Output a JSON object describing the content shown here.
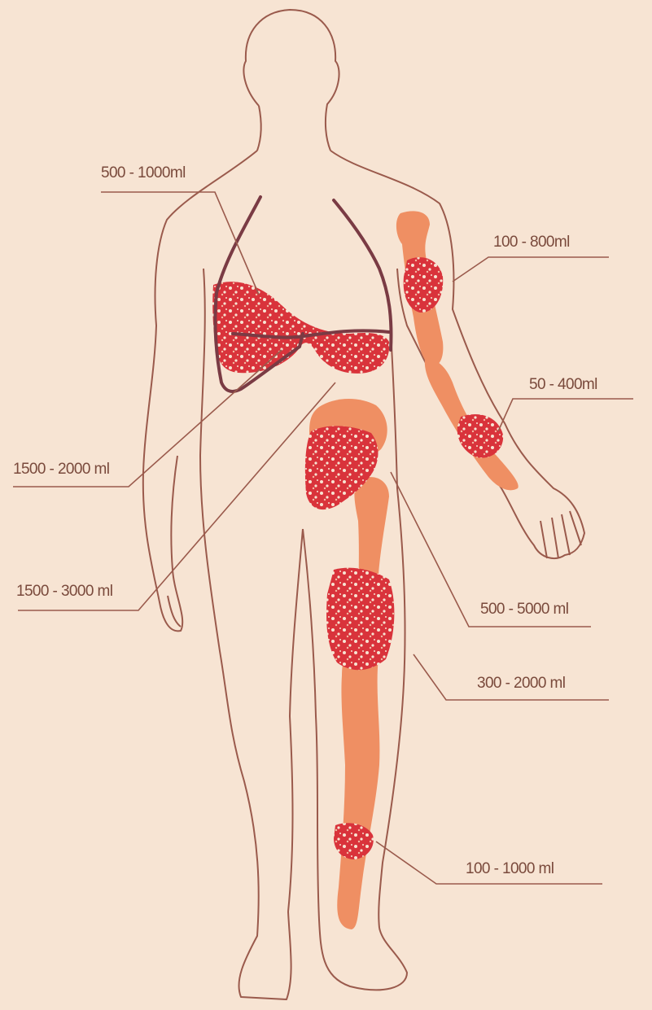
{
  "colors": {
    "background": "#f7e4d3",
    "outline": "#9a5a4c",
    "bone": "#ef8f63",
    "blood": "#d9333b",
    "lung_outline": "#7a3b44"
  },
  "labels": [
    {
      "id": "thorax-upper",
      "text": "500 - 1000ml"
    },
    {
      "id": "humerus",
      "text": "100 - 800ml"
    },
    {
      "id": "forearm",
      "text": "50 - 400ml"
    },
    {
      "id": "thorax-hemothorax",
      "text": "1500 - 2000 ml"
    },
    {
      "id": "abdomen",
      "text": "1500 - 3000 ml"
    },
    {
      "id": "pelvis",
      "text": "500 - 5000 ml"
    },
    {
      "id": "femur",
      "text": "300 - 2000 ml"
    },
    {
      "id": "tibia",
      "text": "100 - 1000 ml"
    }
  ]
}
